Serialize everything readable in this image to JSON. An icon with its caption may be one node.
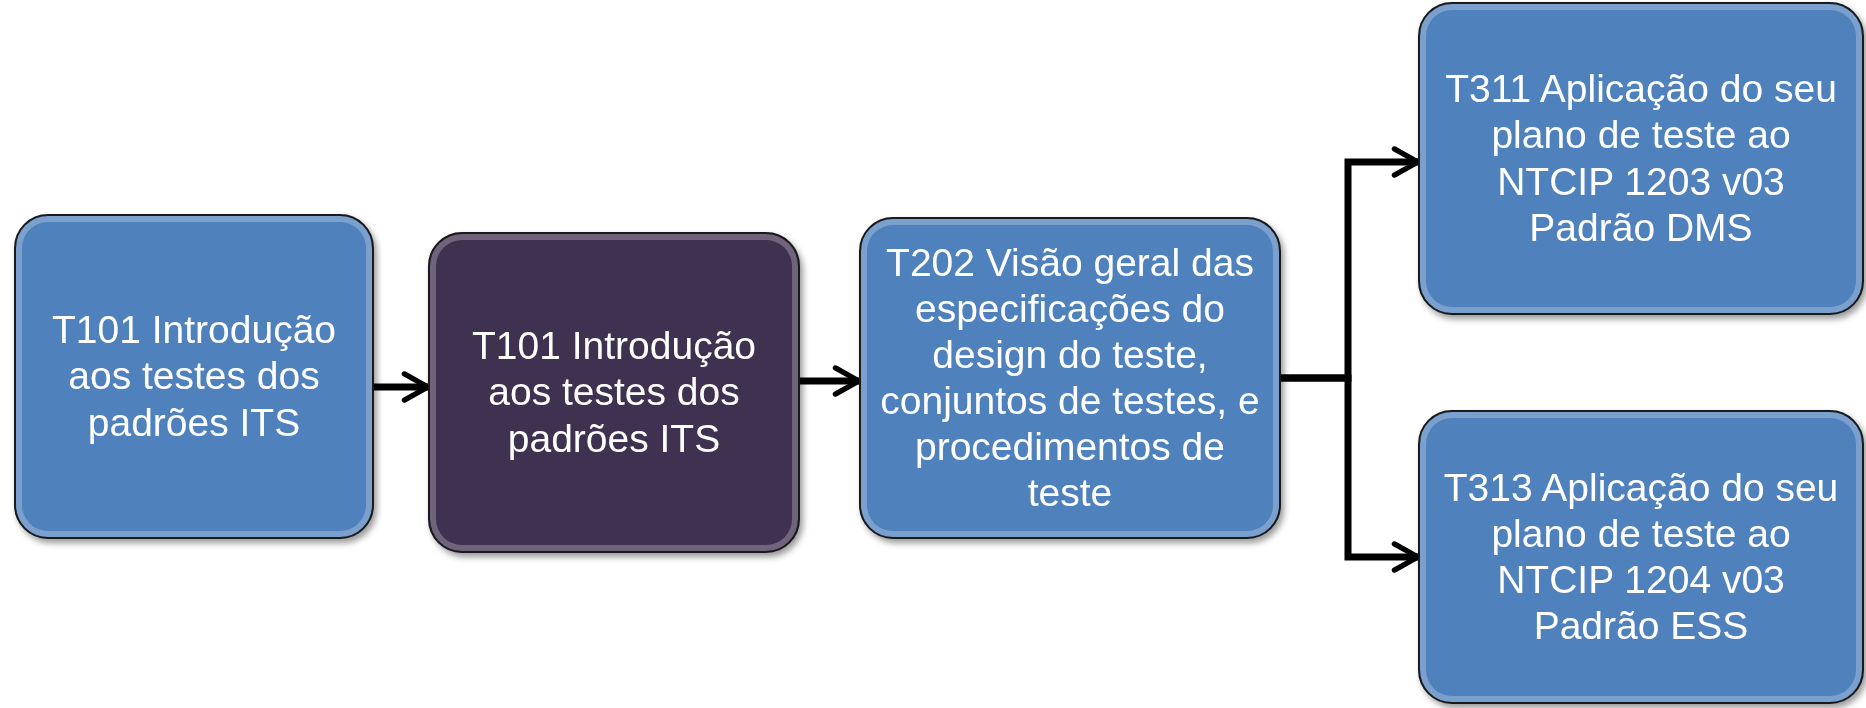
{
  "diagram": {
    "nodes": [
      {
        "text": [
          "T101 Introdução aos testes dos padrões ITS"
        ]
      },
      {
        "text": [
          "T101 Introdução aos testes dos padrões ITS"
        ]
      },
      {
        "text": [
          "T202 Visão geral das especificações do design do teste, conjuntos de testes, e procedimentos de teste"
        ]
      },
      {
        "text": [
          "T311 Aplicação do seu plano de teste ao NTCIP 1203 v03 Padrão DMS"
        ]
      },
      {
        "text": [
          "T313 Aplicação do seu plano de teste ao NTCIP 1204 v03 Padrão ESS"
        ]
      }
    ],
    "edges": [
      {
        "from": 0,
        "to": 1,
        "arrow": "to"
      },
      {
        "from": 1,
        "to": 2,
        "arrow": "to"
      },
      {
        "from": 2,
        "to": 3,
        "arrow": "to"
      },
      {
        "from": 2,
        "to": 4,
        "arrow": "to"
      }
    ]
  }
}
